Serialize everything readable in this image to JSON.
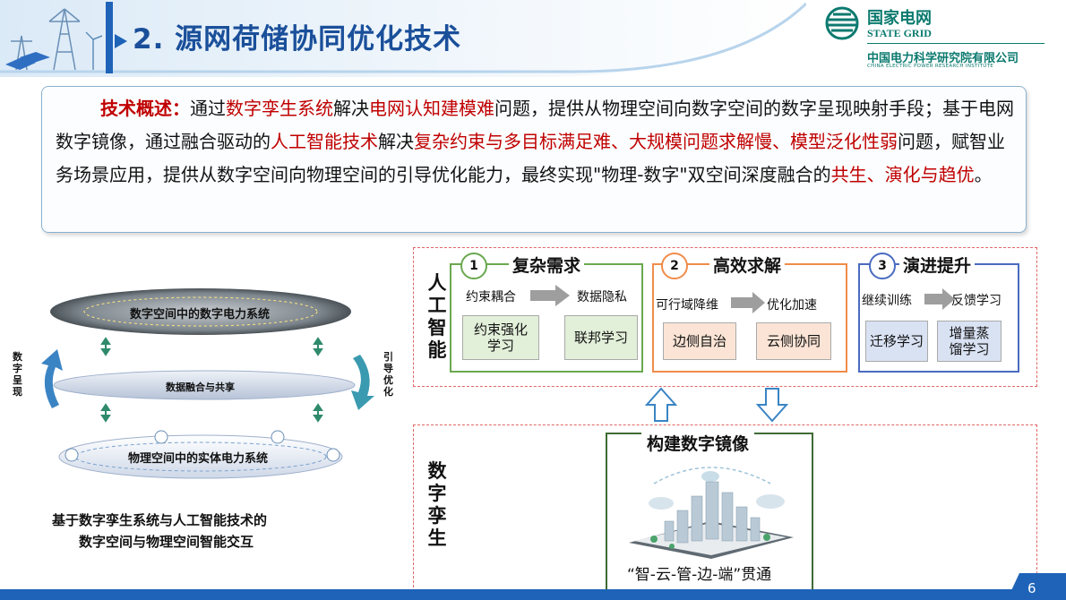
{
  "header": {
    "title": "2. 源网荷储协同优化技术",
    "logo_name": "国家电网",
    "logo_en": "STATE GRID",
    "org_name": "中国电力科学研究院有限公司",
    "org_en": "CHINA ELECTRIC POWER RESEARCH INSTITUTE"
  },
  "overview": {
    "label": "技术概述：",
    "t1": "通过",
    "h1": "数字孪生系统",
    "t2": "解决",
    "h2": "电网认知建模难",
    "t3": "问题，提供从物理空间向数字空间的数字呈现映射手段；基于电网数字镜像，通过融合驱动的",
    "h3": "人工智能技术",
    "t4": "解决",
    "h4": "复杂约束与多目标满足难、大规模问题求解慢、模型泛化性弱",
    "t5": "问题，赋智业务场景应用，提供从数字空间向物理空间的引导优化能力，最终实现\"物理-数字\"双空间深度融合的",
    "h5": "共生、演化与趋优",
    "t6": "。"
  },
  "left_diagram": {
    "top_layer": "数字空间中的数字电力系统",
    "middle_layer": "数据融合与共享",
    "bottom_layer": "物理空间中的实体电力系统",
    "left_arrow_label": "数字呈现",
    "right_arrow_label": "引导优化",
    "caption_line1": "基于数字孪生系统与人工智能技术的",
    "caption_line2": "数字空间与物理空间智能交互"
  },
  "ai_section": {
    "label": "人工智能",
    "cards": [
      {
        "num": "1",
        "title": "复杂需求",
        "left_sub": "约束耦合",
        "right_sub": "数据隐私",
        "left_box": "约束强化学习",
        "right_box": "联邦学习",
        "color": "#6aa84f"
      },
      {
        "num": "2",
        "title": "高效求解",
        "left_sub": "可行域降维",
        "right_sub": "优化加速",
        "left_box": "边侧自治",
        "right_box": "云侧协同",
        "color": "#f08c4a"
      },
      {
        "num": "3",
        "title": "演进提升",
        "left_sub": "继续训练",
        "right_sub": "反馈学习",
        "left_box": "迁移学习",
        "right_box": "增量蒸馏学习",
        "color": "#4a6bc0"
      }
    ]
  },
  "twin_section": {
    "label": "数字孪生",
    "title": "构建数字镜像",
    "caption": "“智-云-管-边-端”贯通"
  },
  "footer": {
    "page_number": "6"
  }
}
